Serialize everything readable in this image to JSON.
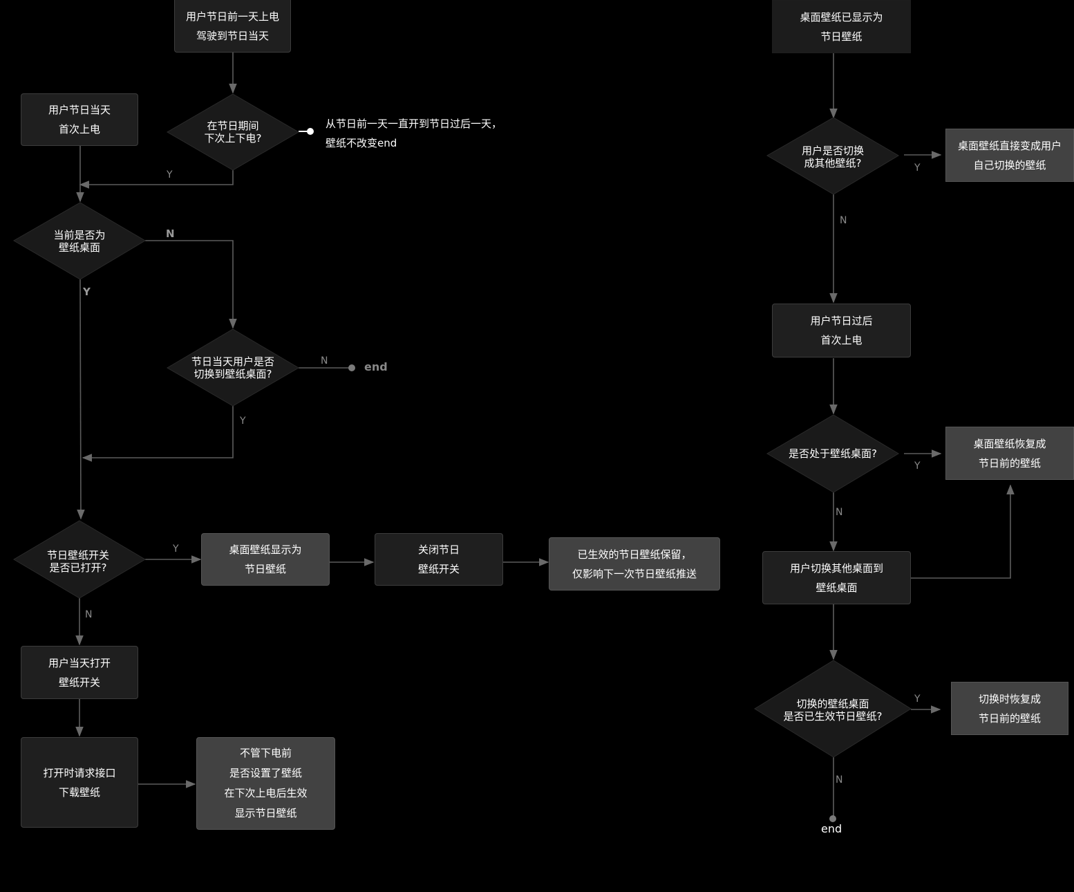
{
  "nodes": {
    "a1": [
      "用户节日前一天上电",
      "驾驶到节日当天"
    ],
    "a2": [
      "用户节日当天",
      "首次上电"
    ],
    "d1": [
      "在节日期间",
      "下次上下电?"
    ],
    "note1": [
      "从节日前一天一直开到节日过后一天，",
      "壁纸不改变end"
    ],
    "d2": [
      "当前是否为",
      "壁纸桌面"
    ],
    "d3": [
      "节日当天用户是否",
      "切换到壁纸桌面?"
    ],
    "d4": [
      "节日壁纸开关",
      "是否已打开?"
    ],
    "b1": [
      "桌面壁纸显示为",
      "节日壁纸"
    ],
    "b2": [
      "关闭节日",
      "壁纸开关"
    ],
    "b3": [
      "已生效的节日壁纸保留，",
      "仅影响下一次节日壁纸推送"
    ],
    "b4": [
      "用户当天打开",
      "壁纸开关"
    ],
    "b5": [
      "打开时请求接口",
      "下载壁纸"
    ],
    "b6": [
      "不管下电前",
      "是否设置了壁纸",
      "在下次上电后生效",
      "显示节日壁纸"
    ],
    "r1": [
      "桌面壁纸已显示为",
      "节日壁纸"
    ],
    "rd1": [
      "用户是否切换",
      "成其他壁纸?"
    ],
    "r2": [
      "桌面壁纸直接变成用户",
      "自己切换的壁纸"
    ],
    "r3": [
      "用户节日过后",
      "首次上电"
    ],
    "rd2": [
      "是否处于壁纸桌面?"
    ],
    "r4": [
      "桌面壁纸恢复成",
      "节日前的壁纸"
    ],
    "r5": [
      "用户切换其他桌面到",
      "壁纸桌面"
    ],
    "rd3": [
      "切换的壁纸桌面",
      "是否已生效节日壁纸?"
    ],
    "r6": [
      "切换时恢复成",
      "节日前的壁纸"
    ]
  },
  "labels": {
    "y": "Y",
    "n": "N",
    "end": "end"
  }
}
